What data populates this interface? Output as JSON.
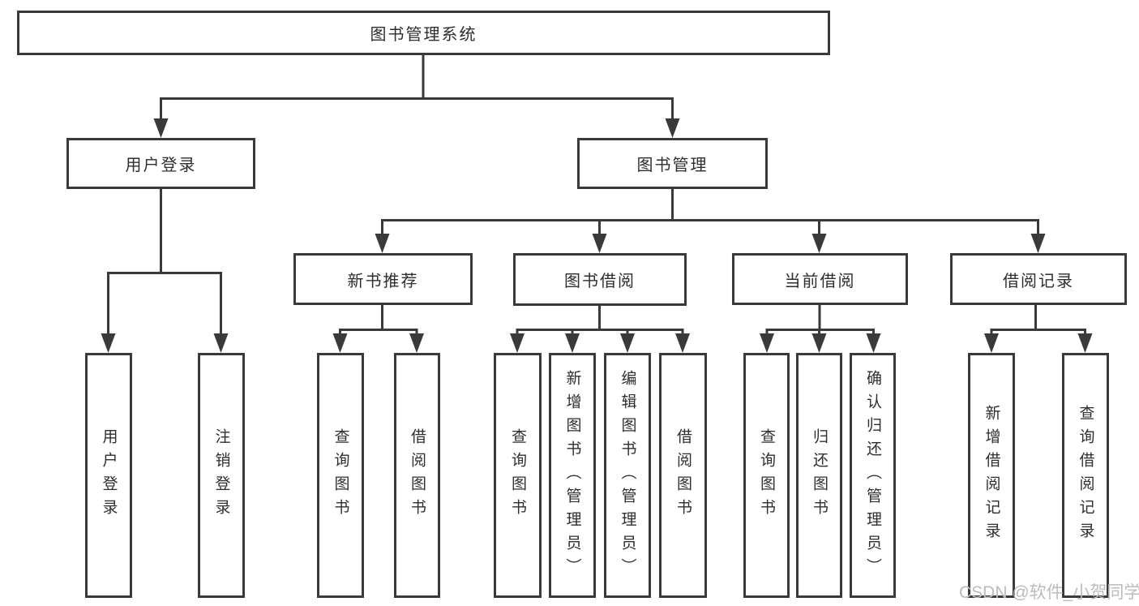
{
  "tree": {
    "root": "图书管理系统",
    "children": [
      {
        "label": "用户登录",
        "children": [
          {
            "label": "用户登录"
          },
          {
            "label": "注销登录"
          }
        ]
      },
      {
        "label": "图书管理",
        "children": [
          {
            "label": "新书推荐",
            "children": [
              {
                "label": "查询图书"
              },
              {
                "label": "借阅图书"
              }
            ]
          },
          {
            "label": "图书借阅",
            "children": [
              {
                "label": "查询图书"
              },
              {
                "label": "新增图书（管理员）"
              },
              {
                "label": "编辑图书（管理员）"
              },
              {
                "label": "借阅图书"
              }
            ]
          },
          {
            "label": "当前借阅",
            "children": [
              {
                "label": "查询图书"
              },
              {
                "label": "归还图书"
              },
              {
                "label": "确认归还（管理员）"
              }
            ]
          },
          {
            "label": "借阅记录",
            "children": [
              {
                "label": "新增借阅记录"
              },
              {
                "label": "查询借阅记录"
              }
            ]
          }
        ]
      }
    ]
  },
  "watermark": "CSDN @软件_小贺同学",
  "colors": {
    "line": "#3a3a3a",
    "text": "#2e2e2e",
    "watermark": "#bcbcbc",
    "background": "#ffffff"
  }
}
